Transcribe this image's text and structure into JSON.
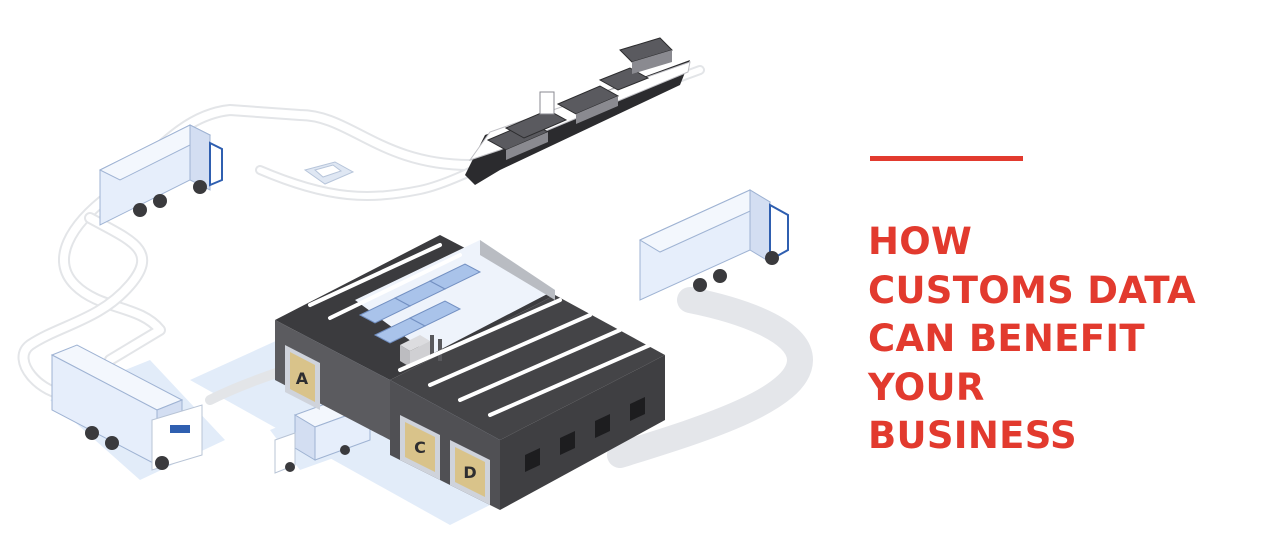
{
  "colors": {
    "accent": "#e23a2e",
    "road": "#e2e4e7",
    "truck_body": "#e6eefb",
    "truck_accent": "#2f5fb0",
    "building_dark": "#4a4a4d",
    "shadow": "#dbe8f8"
  },
  "headline": [
    "HOW",
    "CUSTOMS DATA",
    "CAN BENEFIT",
    "YOUR",
    "BUSINESS"
  ],
  "dock_labels": [
    "A",
    "C",
    "D"
  ],
  "icons": [
    "cargo-ship-icon",
    "truck-icon",
    "warehouse-icon",
    "forklift-icon"
  ]
}
